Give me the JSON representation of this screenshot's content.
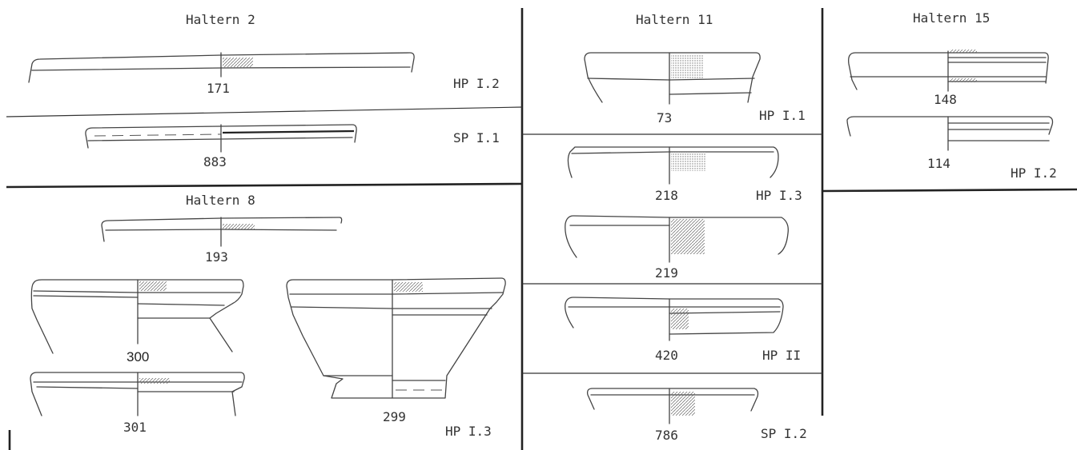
{
  "groups": [
    {
      "title": "Haltern 2",
      "items": [
        {
          "number": "171",
          "code": "HP I.2"
        },
        {
          "number": "883",
          "code": "SP I.1"
        }
      ]
    },
    {
      "title": "Haltern 8",
      "items": [
        {
          "number": "193"
        },
        {
          "number": "300"
        },
        {
          "number": "301"
        },
        {
          "number": "299",
          "code": "HP I.3"
        }
      ]
    },
    {
      "title": "Haltern 11",
      "items": [
        {
          "number": "73",
          "code": "HP I.1"
        },
        {
          "number": "218",
          "code": "HP I.3"
        },
        {
          "number": "219"
        },
        {
          "number": "420",
          "code": "HP II"
        },
        {
          "number": "786",
          "code": "SP I.2"
        }
      ]
    },
    {
      "title": "Haltern 15",
      "items": [
        {
          "number": "148"
        },
        {
          "number": "114",
          "code": "HP I.2"
        }
      ]
    }
  ]
}
